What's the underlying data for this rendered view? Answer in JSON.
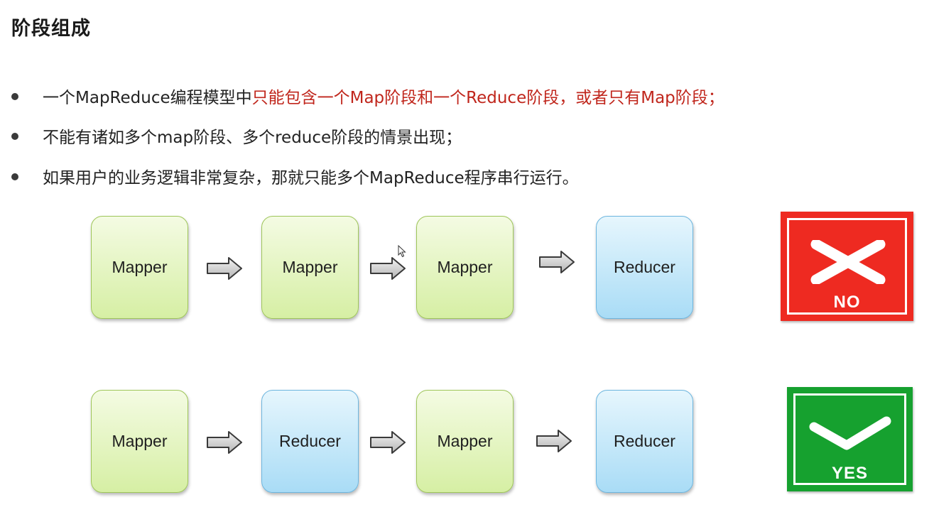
{
  "title": "阶段组成",
  "bullets": [
    {
      "normal": "一个MapReduce编程模型中",
      "highlight": "只能包含一个Map阶段和一个Reduce阶段，或者只有Map阶段；"
    },
    {
      "normal": "不能有诸如多个map阶段、多个reduce阶段的情景出现；",
      "highlight": ""
    },
    {
      "normal": "如果用户的业务逻辑非常复杂，那就只能多个MapReduce程序串行运行。",
      "highlight": ""
    }
  ],
  "row1": {
    "boxes": [
      "Mapper",
      "Mapper",
      "Mapper",
      "Reducer"
    ],
    "verdict": "NO"
  },
  "row2": {
    "boxes": [
      "Mapper",
      "Reducer",
      "Mapper",
      "Reducer"
    ],
    "verdict": "YES"
  },
  "colors": {
    "highlight": "#c0261c",
    "mapper": "#d6efa4",
    "reducer": "#a9dcf6",
    "no_sign": "#ee2a21",
    "yes_sign": "#16a12f"
  },
  "icons": [
    "cross-icon",
    "check-icon",
    "arrow-right-icon",
    "mouse-cursor-icon"
  ]
}
